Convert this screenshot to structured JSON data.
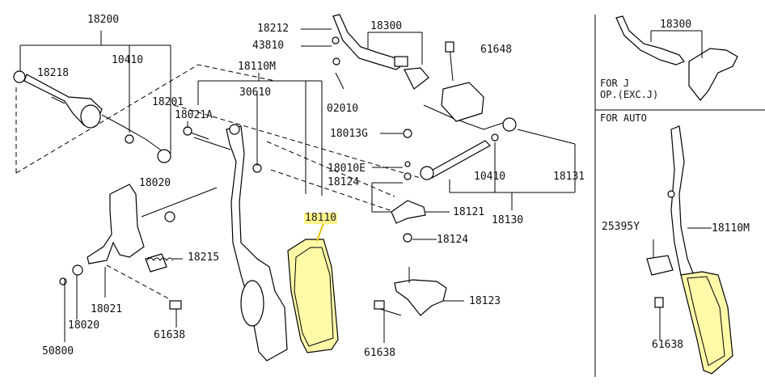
{
  "labels": {
    "p18200": "18200",
    "p18218": "18218",
    "p10410a": "10410",
    "p18201": "18201",
    "p18021A": "18021A",
    "p18110M": "18110M",
    "p30610": "30610",
    "p18212": "18212",
    "p43810": "43810",
    "p02010": "02010",
    "p18300": "18300",
    "p61648": "61648",
    "p18013G": "18013G",
    "p18010E": "18010E",
    "p18124a": "18124",
    "p10410b": "10410",
    "p18131": "18131",
    "p18121": "18121",
    "p18130": "18130",
    "p18124b": "18124",
    "p18123": "18123",
    "p61638b": "61638",
    "p18110": "18110",
    "p18020a": "18020",
    "p18215": "18215",
    "p18021": "18021",
    "p18020b": "18020",
    "p61638a": "61638",
    "p50800": "50800",
    "inset_18300": "18300",
    "inset_25395Y": "25395Y",
    "inset_18110M": "18110M",
    "inset_61638": "61638"
  },
  "notes": {
    "for_j_line1": "FOR J",
    "for_j_line2": "OP.(EXC.J)",
    "for_auto": "FOR AUTO"
  },
  "highlight_color": "#fff48a"
}
